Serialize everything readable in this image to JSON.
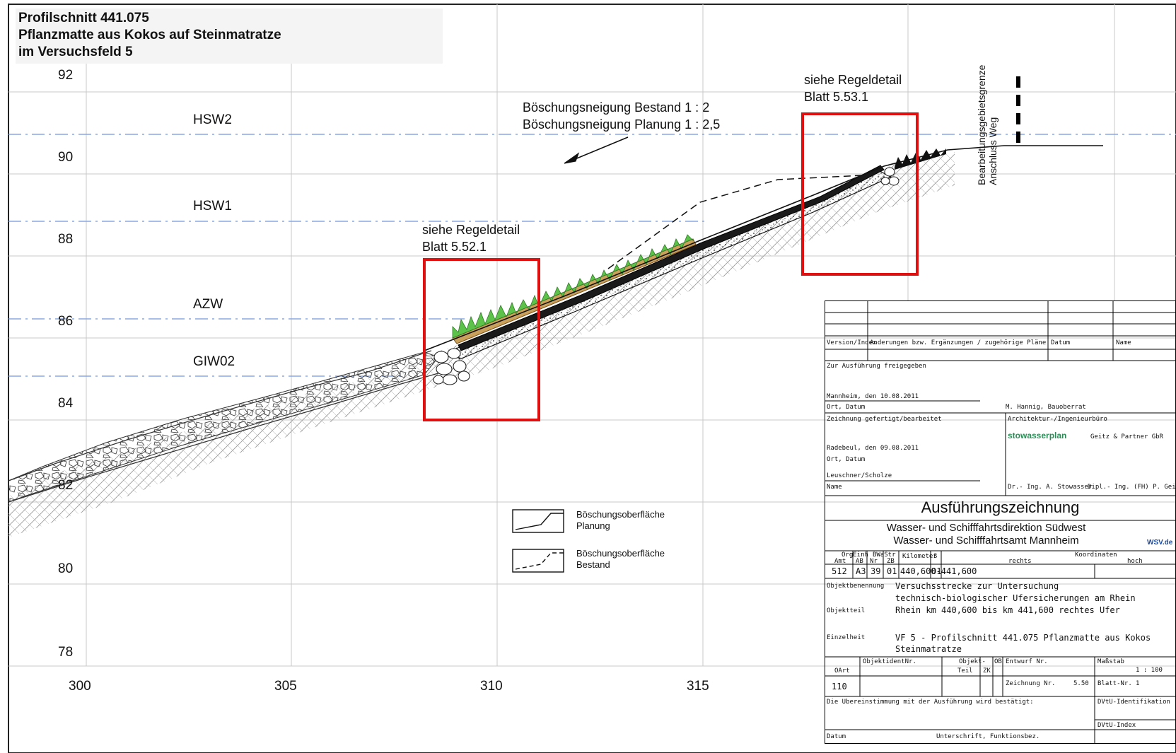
{
  "title": {
    "line1": "Profilschnitt 441.075",
    "line2": "Pflanzmatte aus Kokos auf Steinmatratze",
    "line3": "im Versuchsfeld 5"
  },
  "axes": {
    "y_ticks": [
      "92",
      "90",
      "88",
      "86",
      "84",
      "82",
      "80",
      "78"
    ],
    "x_ticks": [
      "300",
      "305",
      "310",
      "315"
    ]
  },
  "water_levels": [
    "HSW2",
    "HSW1",
    "AZW",
    "GIW02"
  ],
  "annotations": {
    "detail1_line1": "siehe Regeldetail",
    "detail1_line2": "Blatt 5.53.1",
    "detail2_line1": "siehe Regeldetail",
    "detail2_line2": "Blatt 5.52.1",
    "slope_existing": "Böschungsneigung Bestand 1 : 2",
    "slope_planned": "Böschungsneigung Planung 1 : 2,5",
    "boundary_line1": "Bearbeitungsgebietsgrenze",
    "boundary_line2": "Anschluss Weg"
  },
  "legend": {
    "planned_line1": "Böschungsoberfläche",
    "planned_line2": "Planung",
    "existing_line1": "Böschungsoberfläche",
    "existing_line2": "Bestand"
  },
  "title_block": {
    "revision_header": {
      "version": "Version/Index",
      "changes": "Änderungen bzw. Ergänzungen / zugehörige Pläne",
      "date": "Datum",
      "name": "Name"
    },
    "release": {
      "label": "Zur Ausführung freigegeben",
      "place_date": "Mannheim, den 10.08.2011",
      "place_date_label": "Ort, Datum",
      "approver": "M. Hannig, Bauoberrat"
    },
    "drawn": {
      "label": "Zeichnung gefertigt/bearbeitet",
      "place_date": "Radebeul, den 09.08.2011",
      "place_date_label": "Ort, Datum",
      "authors": "Leuschner/Scholze",
      "name_label": "Name"
    },
    "office": {
      "label": "Architektur-/Ingenieurbüro",
      "logo1": "stowasserplan",
      "logo2": "Geitz & Partner GbR",
      "sign1": "Dr.- Ing. A. Stowasser",
      "sign2": "Dipl.- Ing. (FH) P. Geitz"
    },
    "drawing_type": "Ausführungszeichnung",
    "authority1": "Wasser- und Schifffahrtsdirektion Südwest",
    "authority2": "Wasser- und Schifffahrtsamt Mannheim",
    "authority_logo": "WSV.de",
    "codes_header": {
      "orgeinh": "OrgEinh",
      "amt": "Amt",
      "ab": "AB",
      "bwastr": "BWaStr",
      "nr": "Nr",
      "zb": "ZB",
      "kilometer": "Kilometer",
      "s": "S",
      "koordinaten": "Koordinaten",
      "rechts": "rechts",
      "hoch": "hoch"
    },
    "codes_values": {
      "amt": "512",
      "ab": "A3",
      "nr": "39",
      "zb": "01",
      "kilometer": "440,600-441,600",
      "s": "01"
    },
    "object_label": "Objektbenennung",
    "object_line1": "Versuchsstrecke zur Untersuchung",
    "object_line2": "technisch-biologischer Ufersicherungen am Rhein",
    "part_label": "Objektteil",
    "part_value": "Rhein km 440,600 bis km 441,600 rechtes Ufer",
    "detail_label": "Einzelheit",
    "detail_line1": "VF 5 - Profilschnitt 441.075 Pflanzmatte aus Kokos",
    "detail_line2": "Steinmatratze",
    "ident_header": {
      "objektident": "ObjektidentNr.",
      "oart": "OArt",
      "objekt": "Objekt-",
      "teil": "Teil",
      "zk": "ZK",
      "ob": "OB",
      "entwurf": "Entwurf Nr.",
      "massstab": "Maßstab"
    },
    "ident_values": {
      "oart": "110",
      "scale": "1 : 100",
      "zeichnung_label": "Zeichnung Nr.",
      "zeichnung": "5.50",
      "blatt_label": "Blatt-Nr.",
      "blatt": "1"
    },
    "confirm": "Die Übereinstimmung mit der Ausführung wird bestätigt:",
    "dvtu_id": "DVtU-Identifikation",
    "dvtu_index": "DVtU-Index",
    "datum": "Datum",
    "signature": "Unterschrift, Funktionsbez."
  }
}
